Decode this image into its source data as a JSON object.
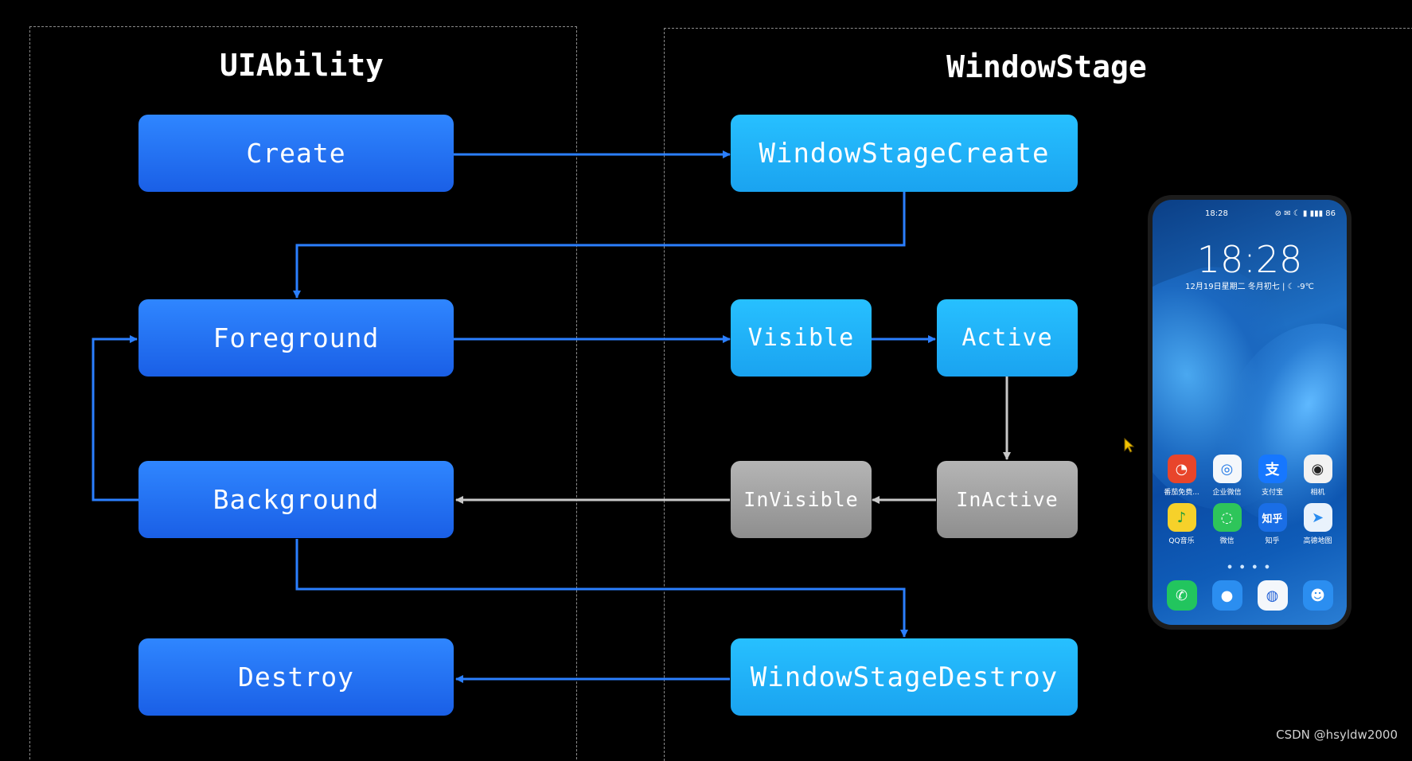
{
  "titles": {
    "left": "UIAbility",
    "right": "WindowStage"
  },
  "nodes": {
    "create": "Create",
    "foreground": "Foreground",
    "background": "Background",
    "destroy": "Destroy",
    "window_stage_create": "WindowStageCreate",
    "visible": "Visible",
    "active": "Active",
    "inactive": "InActive",
    "invisible": "InVisible",
    "window_stage_destroy": "WindowStageDestroy"
  },
  "colors": {
    "uiability_node": "#1f6cf2",
    "windowstage_node": "#1fb0f5",
    "inactive_node": "#a2a2a2",
    "arrow_blue": "#2b7fff",
    "arrow_gray": "#c8c8c8",
    "background": "#000000"
  },
  "phone": {
    "status_time": "18:28",
    "status_icons": "⊘ ✉ ☾ ▮ ▮▮▮ 86",
    "clock": "18:28",
    "date": "12月19日星期二 冬月初七 | ☾ -9℃",
    "apps": [
      {
        "label": "番茄免费...",
        "icon": "tomato-app-icon",
        "glyph": "◔",
        "color": "#e8452b"
      },
      {
        "label": "企业微信",
        "icon": "wecom-app-icon",
        "glyph": "◎",
        "color": "#f4f7fb"
      },
      {
        "label": "支付宝",
        "icon": "alipay-app-icon",
        "glyph": "支",
        "color": "#1677ff"
      },
      {
        "label": "相机",
        "icon": "camera-app-icon",
        "glyph": "◉",
        "color": "#f2f2f2"
      },
      {
        "label": "QQ音乐",
        "icon": "qqmusic-app-icon",
        "glyph": "♪",
        "color": "#f6d12a"
      },
      {
        "label": "微信",
        "icon": "wechat-app-icon",
        "glyph": "◌",
        "color": "#2ec55a"
      },
      {
        "label": "知乎",
        "icon": "zhihu-app-icon",
        "glyph": "知乎",
        "color": "#1a6ee6"
      },
      {
        "label": "高德地图",
        "icon": "amap-app-icon",
        "glyph": "➤",
        "color": "#e9f2fc"
      }
    ],
    "dock": [
      {
        "icon": "phone-app-icon",
        "glyph": "✆",
        "color": "#22c55e"
      },
      {
        "icon": "messages-app-icon",
        "glyph": "●",
        "color": "#2b8ef0"
      },
      {
        "icon": "browser-app-icon",
        "glyph": "◍",
        "color": "#f4f7fb"
      },
      {
        "icon": "contacts-app-icon",
        "glyph": "☻",
        "color": "#2b8ef0"
      }
    ]
  },
  "watermark": "CSDN @hsyldw2000"
}
